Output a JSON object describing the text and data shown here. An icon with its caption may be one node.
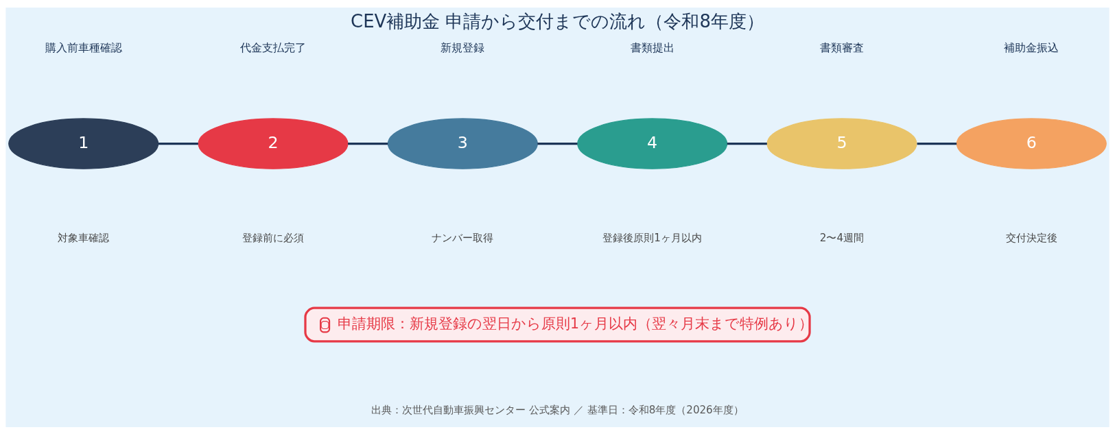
{
  "diagram": {
    "title": "CEV補助金 申請から交付までの流れ（令和8年度）",
    "nodes": [
      {
        "text": [
          "1"
        ]
      },
      {
        "text": [
          "2"
        ]
      },
      {
        "text": [
          "3"
        ]
      },
      {
        "text": [
          "4"
        ]
      },
      {
        "text": [
          "5"
        ]
      },
      {
        "text": [
          "6"
        ]
      },
      {
        "text": [
          "申請期限：新規登録の翌日から原則1ヶ月以内（翌々月末まで特例あり）"
        ]
      }
    ],
    "edges": [
      {
        "from": 0,
        "to": 1,
        "arrow": "none"
      },
      {
        "from": 1,
        "to": 2,
        "arrow": "none"
      },
      {
        "from": 2,
        "to": 3,
        "arrow": "none"
      },
      {
        "from": 3,
        "to": 4,
        "arrow": "none"
      },
      {
        "from": 4,
        "to": 5,
        "arrow": "none"
      }
    ],
    "labels": [
      "購入前車種確認",
      "代金支払完了",
      "新規登録",
      "書類提出",
      "書類審査",
      "補助金振込",
      "対象車確認",
      "登録前に必須",
      "ナンバー取得",
      "登録後原則1ヶ月以内",
      "2〜4週間",
      "交付決定後"
    ],
    "caption": "出典：次世代自動車振興センター 公式案内 ／ 基準日：令和8年度（2026年度）"
  }
}
